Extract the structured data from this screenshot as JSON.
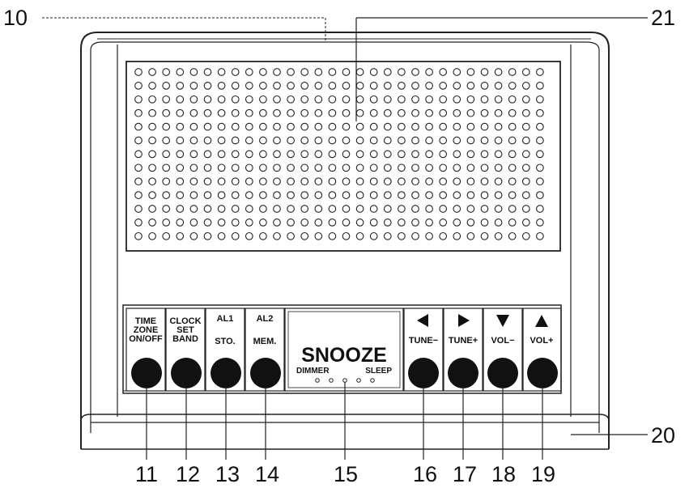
{
  "callouts": {
    "top_left": "10",
    "top_right": "21",
    "bottom_right": "20",
    "bottom": [
      "11",
      "12",
      "13",
      "14",
      "15",
      "16",
      "17",
      "18",
      "19"
    ]
  },
  "buttons": {
    "b11": {
      "lines": [
        "TIME",
        "ZONE",
        "ON/OFF"
      ]
    },
    "b12": {
      "lines": [
        "CLOCK",
        "SET",
        "BAND"
      ]
    },
    "b13": {
      "top": "AL1",
      "bottom": "STO."
    },
    "b14": {
      "top": "AL2",
      "bottom": "MEM."
    },
    "b16": {
      "label": "TUNE−",
      "arrow": "left-triangle-icon"
    },
    "b17": {
      "label": "TUNE+",
      "arrow": "right-triangle-icon"
    },
    "b18": {
      "label": "VOL−",
      "arrow": "down-triangle-icon"
    },
    "b19": {
      "label": "VOL+",
      "arrow": "up-triangle-icon"
    }
  },
  "snooze": {
    "title": "SNOOZE",
    "left": "DIMMER",
    "right": "SLEEP"
  },
  "colors": {
    "line": "#222222",
    "knob": "#111111",
    "background": "#ffffff"
  }
}
